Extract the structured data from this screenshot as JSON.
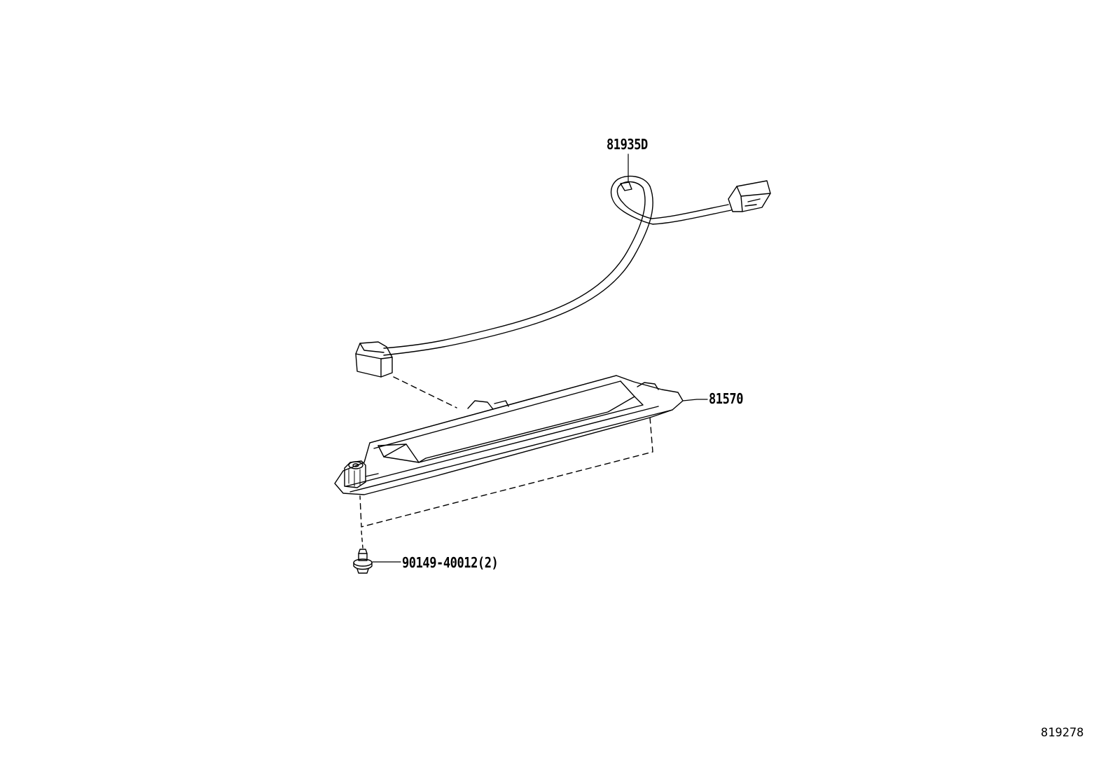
{
  "diagram": {
    "type": "exploded-parts-diagram",
    "figure_number": "819278",
    "line_color": "#000000",
    "background": "#ffffff",
    "parts": [
      {
        "id": "wire-harness",
        "label": "81935D"
      },
      {
        "id": "license-lamp-assembly",
        "label": "81570"
      },
      {
        "id": "screw",
        "label": "90149-40012(2)"
      }
    ]
  }
}
